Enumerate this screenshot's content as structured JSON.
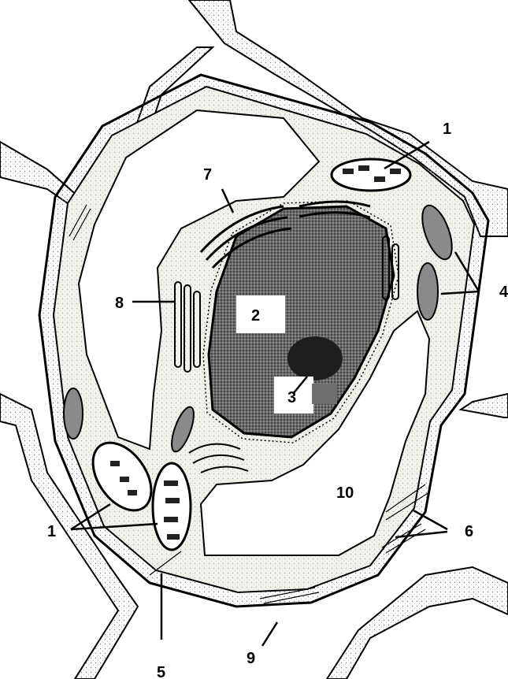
{
  "diagram": {
    "labels": [
      {
        "id": "l1a",
        "text": "1"
      },
      {
        "id": "l1b",
        "text": "1"
      },
      {
        "id": "l2",
        "text": "2"
      },
      {
        "id": "l3",
        "text": "3"
      },
      {
        "id": "l4",
        "text": "4"
      },
      {
        "id": "l5",
        "text": "5"
      },
      {
        "id": "l6",
        "text": "6"
      },
      {
        "id": "l7",
        "text": "7"
      },
      {
        "id": "l8",
        "text": "8"
      },
      {
        "id": "l9",
        "text": "9"
      },
      {
        "id": "l10",
        "text": "10"
      }
    ]
  },
  "colors": {
    "ink": "#000000",
    "stipple": "#7a7a7a",
    "cytoplasm": "#f3f1ec",
    "nucleus": "#5a5a5a",
    "nucleolus": "#1e1e1e",
    "vacuole": "#ffffff",
    "plastid": "#222222",
    "mitochondrion": "#8a8a8a",
    "marker": "#6f6f6f"
  }
}
